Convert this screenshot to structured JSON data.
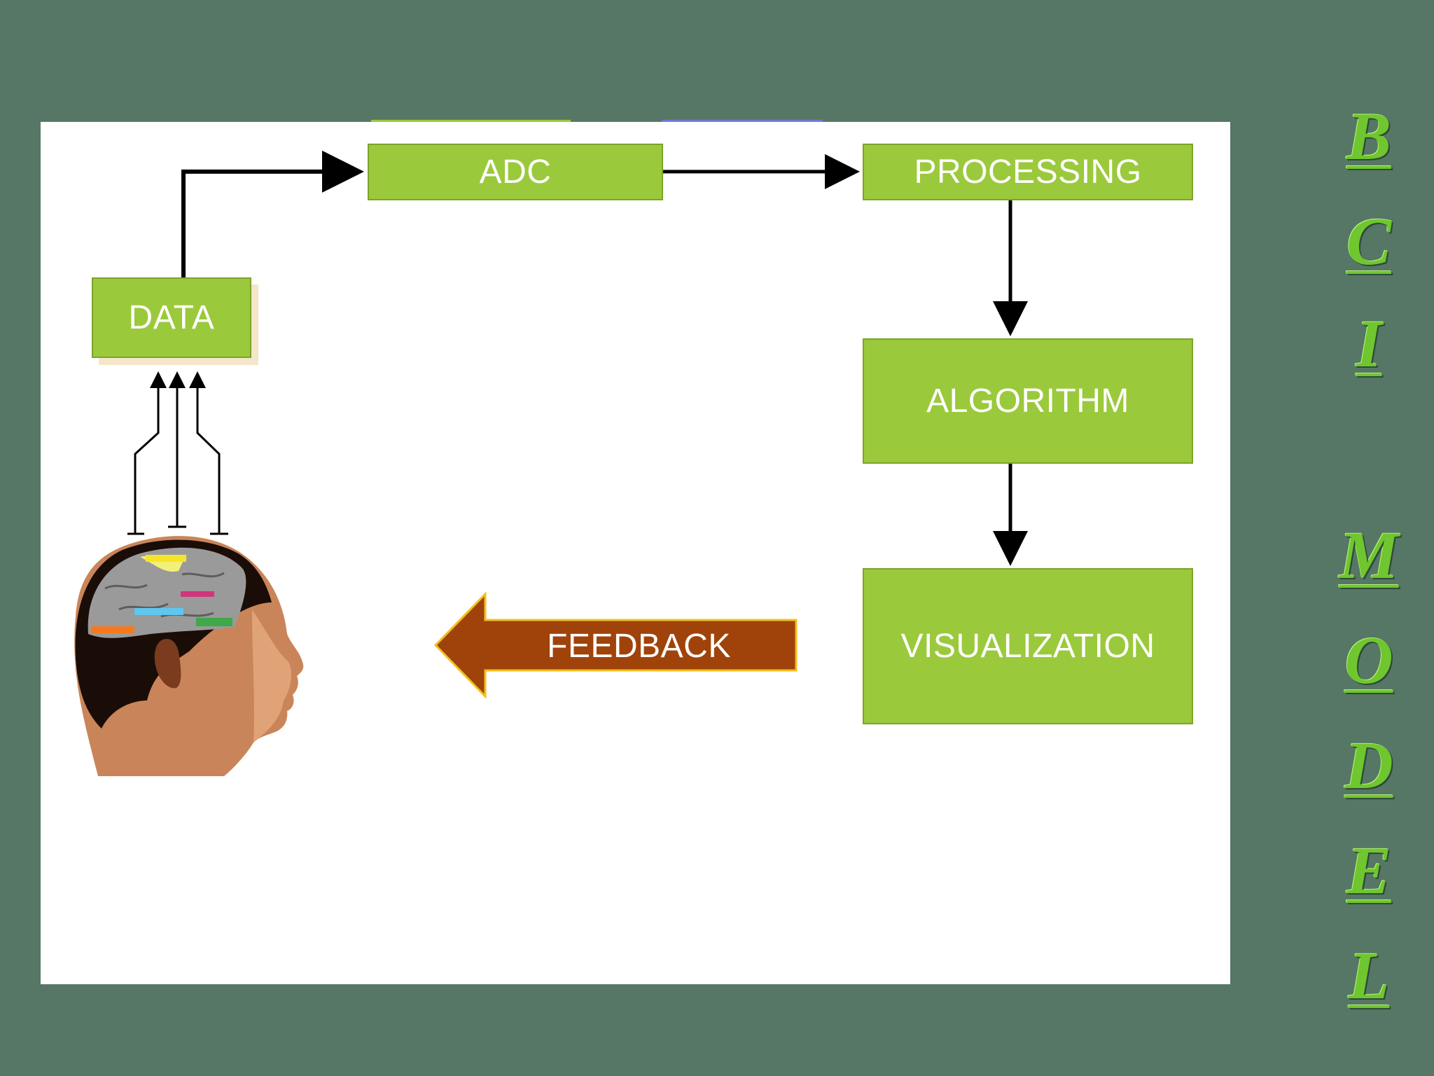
{
  "diagram": {
    "boxes": {
      "data": "DATA",
      "adc": "ADC",
      "processing": "PROCESSING",
      "algorithm": "ALGORITHM",
      "visualization": "VISUALIZATION"
    },
    "feedback": "FEEDBACK"
  },
  "side_title": {
    "letters": [
      "B",
      "C",
      "I",
      "M",
      "O",
      "D",
      "E",
      "L"
    ]
  },
  "colors": {
    "background": "#567765",
    "box_fill": "#9bc93c",
    "feedback_arrow": "#a0430a",
    "title_green": "#6fc62e"
  }
}
